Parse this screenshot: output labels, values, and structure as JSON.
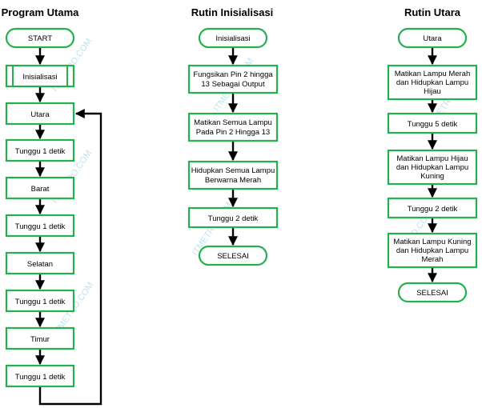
{
  "titles": {
    "program_utama": "Program Utama",
    "rutin_inisialisasi": "Rutin Inisialisasi",
    "rutin_utara": "Rutin Utara"
  },
  "program_utama": {
    "start": "START",
    "inisialisasi": "Inisialisasi",
    "utara": "Utara",
    "tunggu1": "Tunggu 1 detik",
    "barat": "Barat",
    "tunggu2": "Tunggu 1 detik",
    "selatan": "Selatan",
    "tunggu3": "Tunggu 1 detik",
    "timur": "Timur",
    "tunggu4": "Tunggu 1 detik"
  },
  "rutin_inisialisasi": {
    "start": "Inisialisasi",
    "step1": [
      "Fungsikan Pin 2 hingga",
      "13 Sebagai Output"
    ],
    "step2": [
      "Matikan Semua Lampu",
      "Pada Pin 2 Hingga 13"
    ],
    "step3": [
      "Hidupkan Semua Lampu",
      "Berwarna Merah"
    ],
    "step4": "Tunggu 2 detik",
    "end": "SELESAI"
  },
  "rutin_utara": {
    "start": "Utara",
    "step1": [
      "Matikan Lampu Merah",
      "dan Hidupkan Lampu",
      "Hijau"
    ],
    "step2": "Tunggu 5 detik",
    "step3": [
      "Matikan Lampu Hijau",
      "dan Hidupkan Lampu",
      "Kuning"
    ],
    "step4": "Tunggu 2 detik",
    "step5": [
      "Matikan Lampu Kuning",
      "dan Hidupkan Lampu",
      "Merah"
    ],
    "end": "SELESAI"
  },
  "watermark": "ITMETRO.COM",
  "colors": {
    "node_border": "#22b14c",
    "arrow": "#000000",
    "watermark": "#8ecae6"
  }
}
